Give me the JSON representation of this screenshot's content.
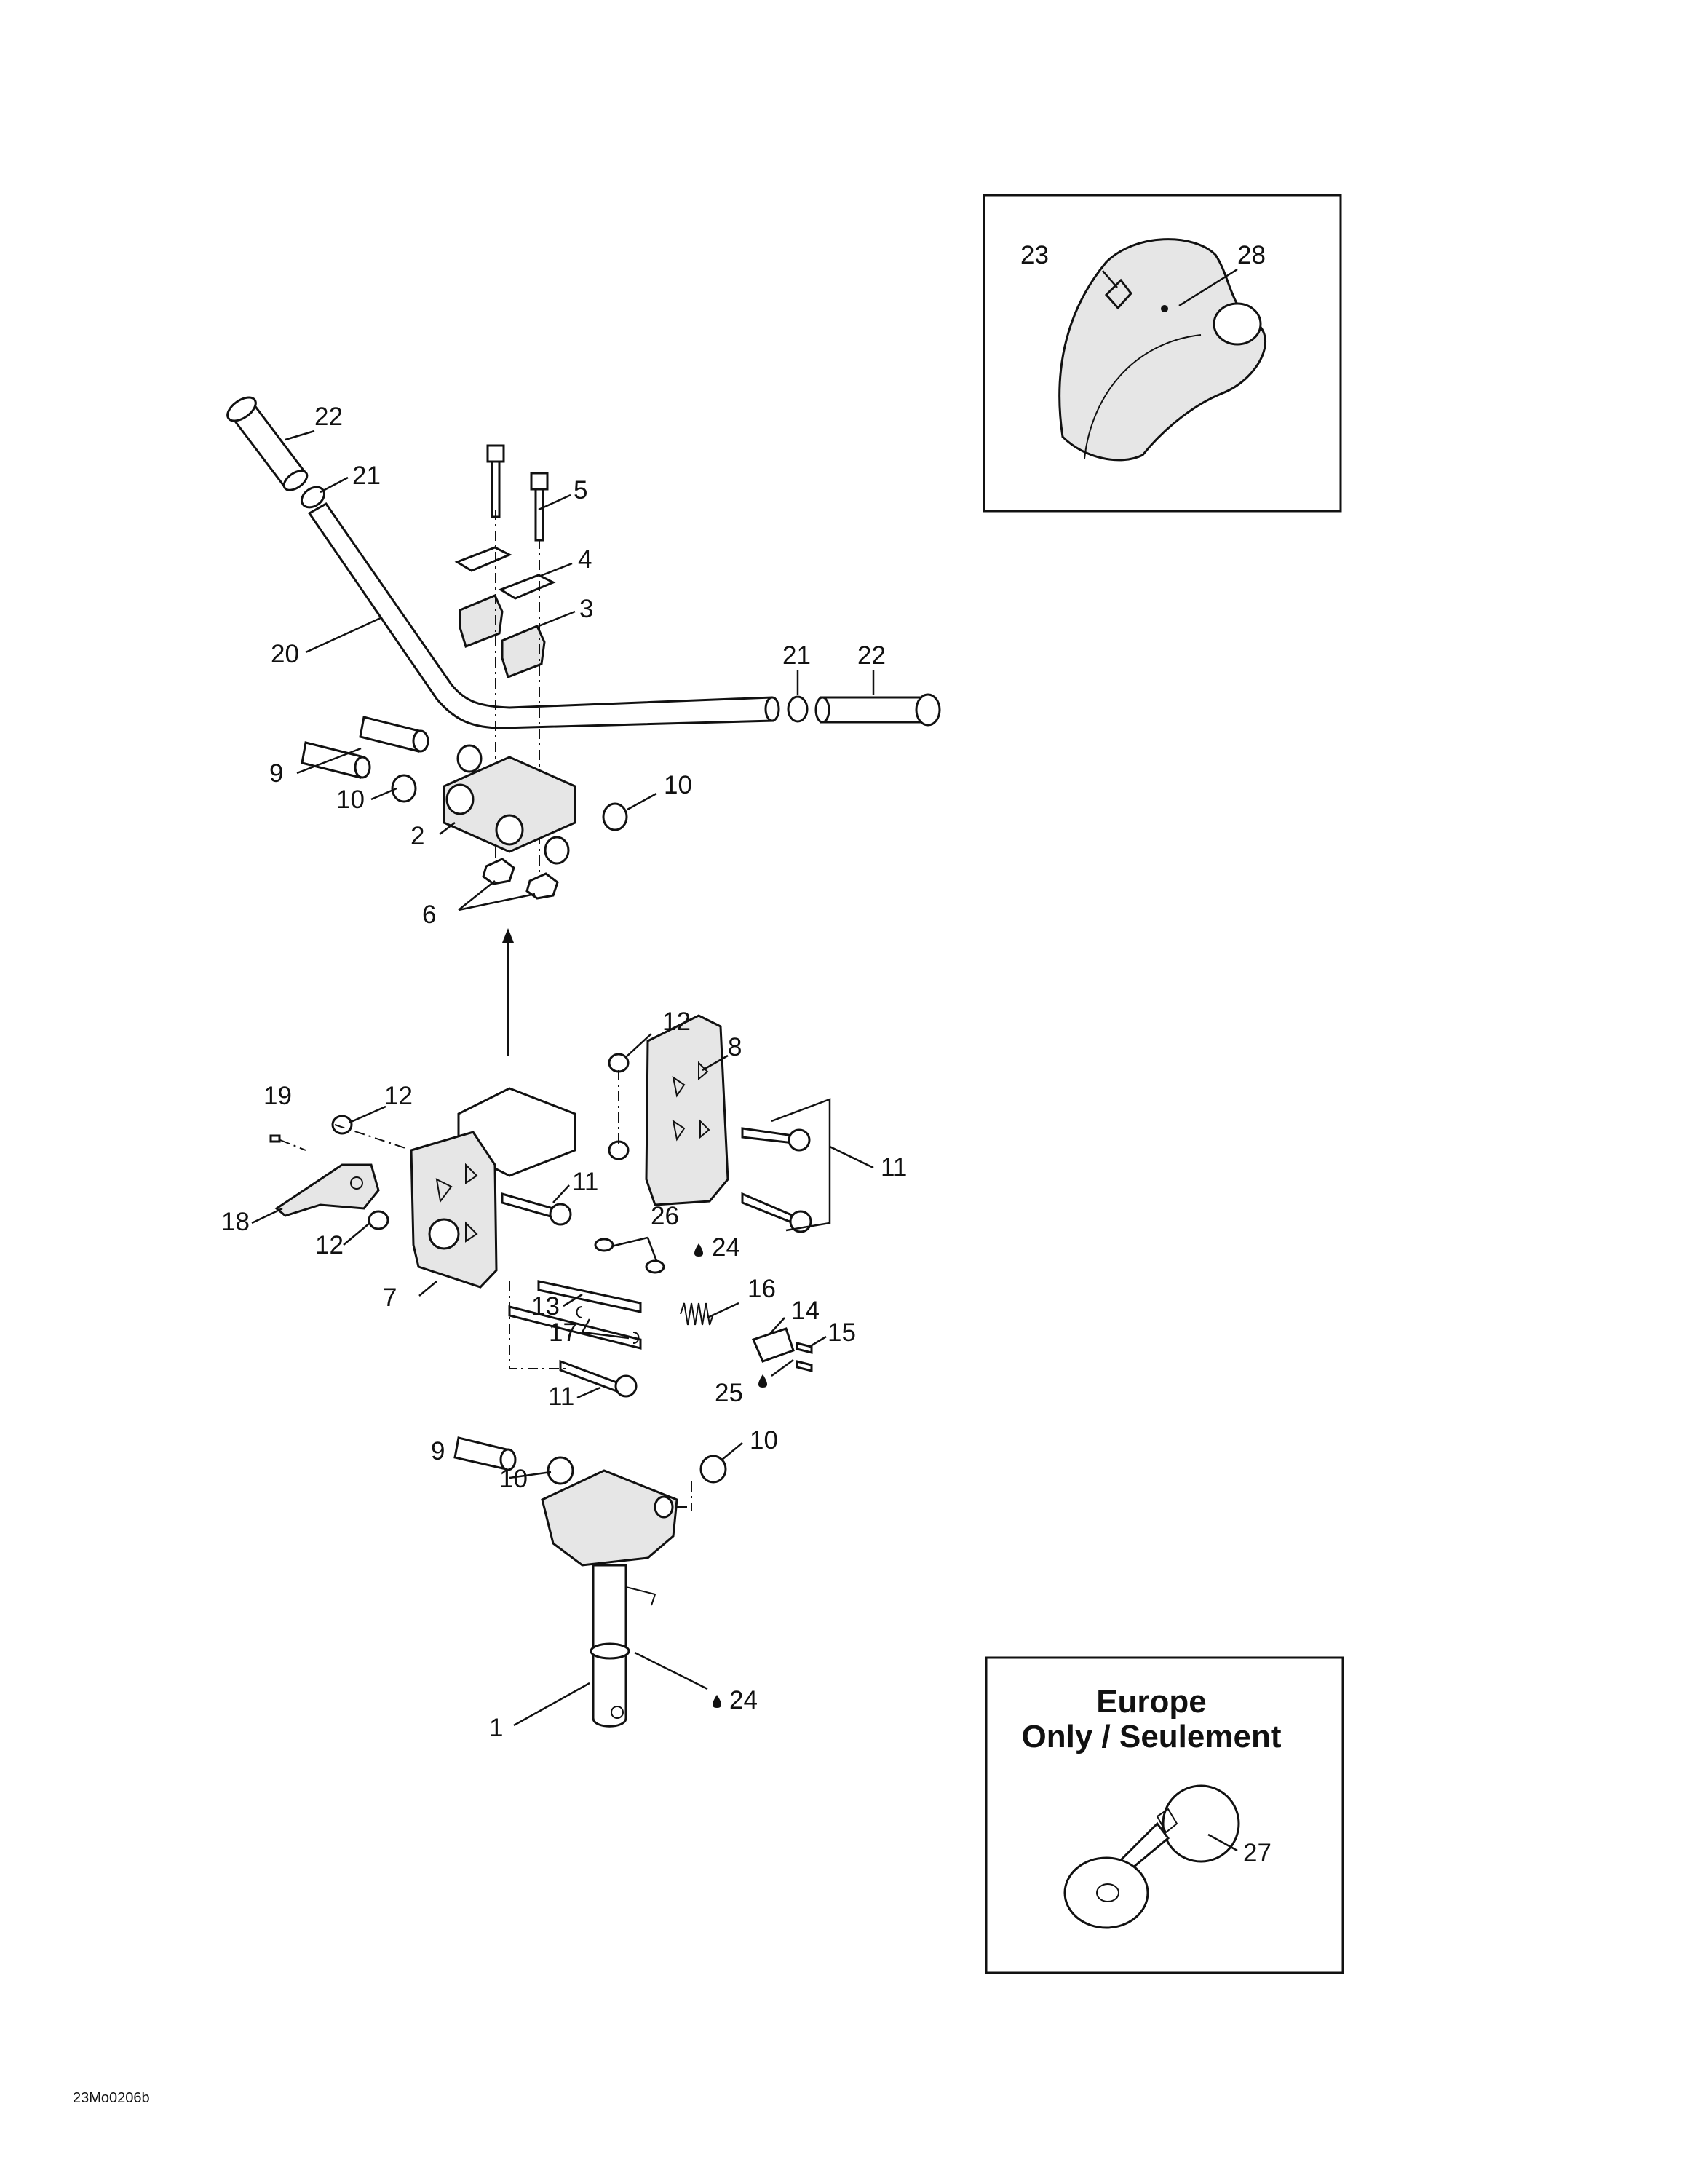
{
  "callouts": {
    "c1": "1",
    "c2": "2",
    "c3": "3",
    "c4": "4",
    "c5": "5",
    "c6": "6",
    "c7": "7",
    "c8": "8",
    "c9a": "9",
    "c9b": "9",
    "c10a": "10",
    "c10b": "10",
    "c10c": "10",
    "c10d": "10",
    "c11a": "11",
    "c11b": "11",
    "c11c": "11",
    "c12a": "12",
    "c12b": "12",
    "c12c": "12",
    "c13": "13",
    "c14": "14",
    "c15": "15",
    "c16": "16",
    "c17": "17",
    "c18": "18",
    "c19": "19",
    "c20": "20",
    "c21a": "21",
    "c21b": "21",
    "c22a": "22",
    "c22b": "22",
    "c23": "23",
    "c24a": "24",
    "c24b": "24",
    "c25": "25",
    "c26": "26",
    "c27": "27",
    "c28": "28"
  },
  "inset_europe": {
    "line1": "Europe",
    "line2": "Only / Seulement"
  },
  "drawing_code": "23Mo0206b"
}
